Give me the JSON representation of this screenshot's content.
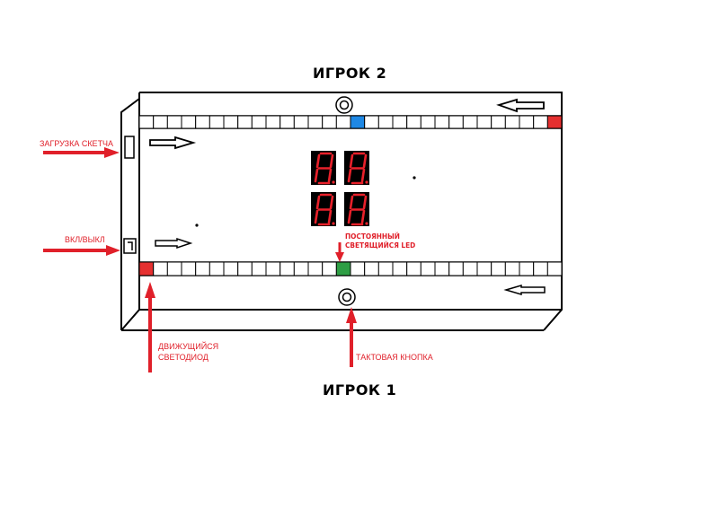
{
  "players": {
    "top": "ИГРОК 2",
    "bottom": "ИГРОК 1"
  },
  "labels": {
    "sketch_upload": "ЗАГРУЗКА СКЕТЧА",
    "power": "ВКЛ/ВЫКЛ",
    "moving_led_line1": "ДВИЖУЩИЙСЯ",
    "moving_led_line2": "СВЕТОДИОД",
    "button": "ТАКТОВАЯ КНОПКА",
    "steady_led_line1": "ПОСТОЯННЫЙ",
    "steady_led_line2": "СВЕТЯЩИЙСЯ LED"
  },
  "display": {
    "digits": [
      "8",
      "8",
      "8",
      "8"
    ]
  },
  "colors": {
    "annotation": "#e0202a",
    "segment_on": "#e8202a",
    "segment_bg": "#000000",
    "led_blue": "#1e88e5",
    "led_red": "#e53030",
    "led_green": "#2e9e44",
    "outline": "#000000"
  },
  "icons": [
    "arrow-right-icon",
    "arrow-left-icon",
    "tact-button-icon",
    "usb-port-icon",
    "power-switch-icon",
    "seven-segment-display-icon"
  ]
}
